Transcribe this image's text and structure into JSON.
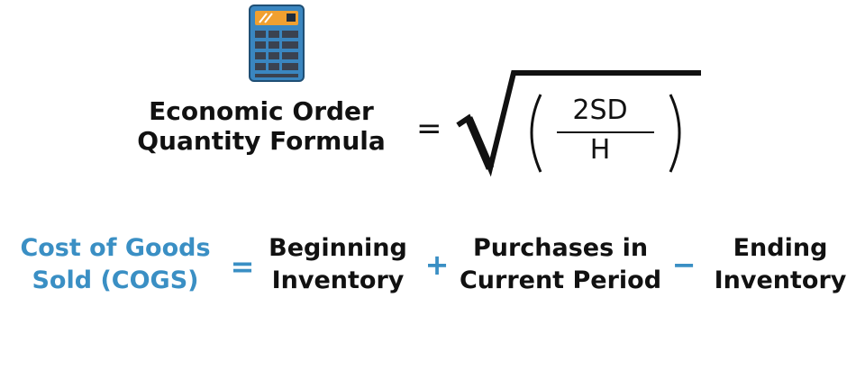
{
  "colors": {
    "accent_blue": "#3a8fc4",
    "text_dark": "#111111",
    "calc_body": "#3a86c0",
    "calc_screen": "#f0a030",
    "calc_keys": "#3a4250"
  },
  "eoq": {
    "title_line1": "Economic Order",
    "title_line2": "Quantity Formula",
    "equals": "=",
    "numerator": "2SD",
    "denominator": "H"
  },
  "cogs": {
    "lhs_line1": "Cost of Goods",
    "lhs_line2": "Sold (COGS)",
    "equals": "=",
    "term1_line1": "Beginning",
    "term1_line2": "Inventory",
    "plus": "+",
    "term2_line1": "Purchases in",
    "term2_line2": "Current Period",
    "minus": "−",
    "term3_line1": "Ending",
    "term3_line2": "Inventory"
  },
  "icons": {
    "calculator": "calculator-icon"
  }
}
